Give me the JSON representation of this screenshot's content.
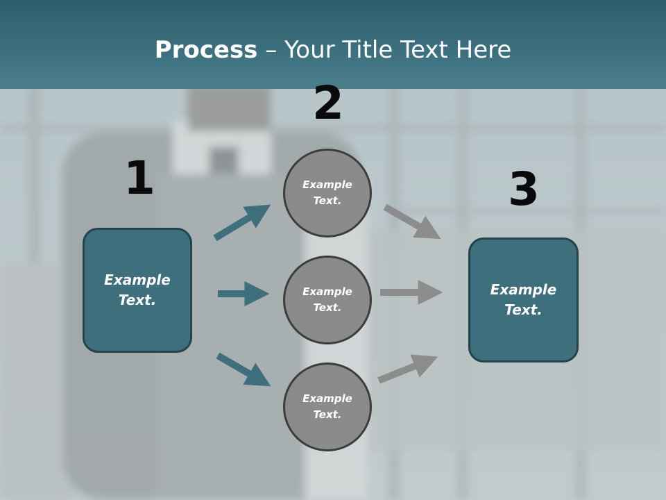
{
  "title": {
    "bold": "Process",
    "rest": " – Your Title Text Here"
  },
  "steps": [
    {
      "number": "1",
      "text": "Example Text."
    },
    {
      "number": "2",
      "items": [
        "Example Text.",
        "Example Text.",
        "Example Text."
      ]
    },
    {
      "number": "3",
      "text": "Example Text."
    }
  ],
  "colors": {
    "title_band": "#3f7482",
    "box_fill": "#3e6f7d",
    "circle_fill": "#8b8b8b",
    "arrow_teal": "#3e6f7d",
    "arrow_gray": "#8c8c8c"
  }
}
